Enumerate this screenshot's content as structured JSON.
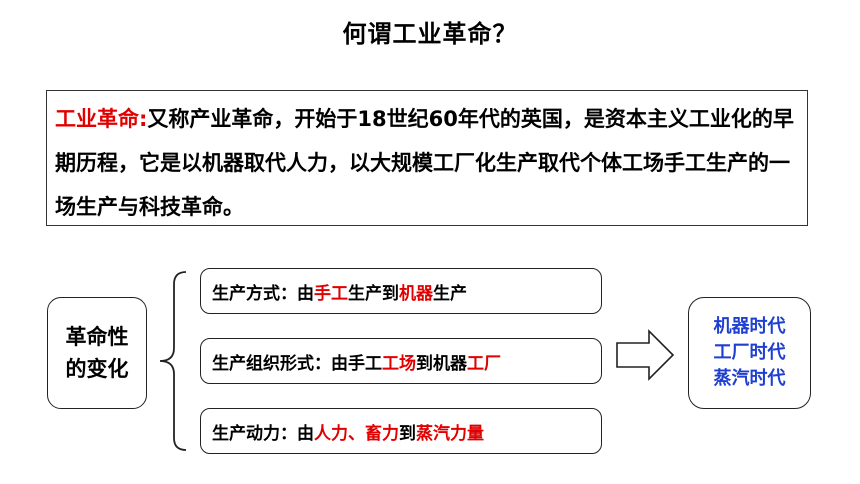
{
  "title": "何谓工业革命？",
  "definition": {
    "term": "工业革命:",
    "text": "又称产业革命，开始于18世纪60年代的英国，是资本主义工业化的早期历程，它是以机器取代人力，以大规模工厂化生产取代个体工场手工生产的一场生产与科技革命。"
  },
  "left_box": {
    "line1": "革命性",
    "line2": "的变化"
  },
  "items": [
    {
      "parts": [
        "生产方式：由",
        "手工",
        "生产到",
        "机器",
        "生产"
      ]
    },
    {
      "parts": [
        "生产组织形式：由手工",
        "工场",
        "到机器",
        "工厂"
      ]
    },
    {
      "parts": [
        "生产动力：由",
        "人力、畜力",
        "到",
        "蒸汽力量"
      ]
    }
  ],
  "right_box": {
    "lines": [
      "机器时代",
      "工厂时代",
      "蒸汽时代"
    ]
  },
  "colors": {
    "highlight": "#e00000",
    "result": "#1f3fd0",
    "arrow_fill": "#ffffff",
    "border": "#222222"
  },
  "icons": {
    "brace": "left-curly-brace",
    "arrow": "right-block-arrow"
  }
}
